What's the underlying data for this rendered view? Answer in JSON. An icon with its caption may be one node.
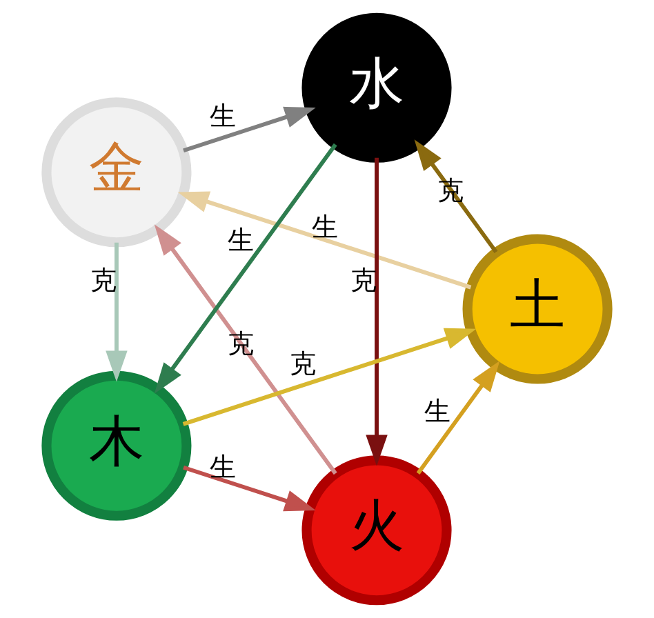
{
  "diagram": {
    "nodes": [
      {
        "text": [
          "火"
        ]
      },
      {
        "text": [
          "土"
        ]
      },
      {
        "text": [
          "金"
        ]
      },
      {
        "text": [
          "水"
        ]
      },
      {
        "text": [
          "木"
        ]
      }
    ],
    "edges": [
      {
        "from": 4,
        "to": 0,
        "arrow": "to",
        "label": "生",
        "color": "#c0504d"
      },
      {
        "from": 0,
        "to": 1,
        "arrow": "to",
        "label": "生",
        "color": "#d4a020"
      },
      {
        "from": 1,
        "to": 2,
        "arrow": "to",
        "label": "生",
        "color": "#e8d0a0"
      },
      {
        "from": 2,
        "to": 3,
        "arrow": "to",
        "label": "生",
        "color": "#808080"
      },
      {
        "from": 3,
        "to": 4,
        "arrow": "to",
        "label": "生",
        "color": "#2e7d4f"
      },
      {
        "from": 4,
        "to": 1,
        "arrow": "to",
        "label": "克",
        "color": "#d8b830"
      },
      {
        "from": 1,
        "to": 3,
        "arrow": "to",
        "label": "克",
        "color": "#8a6a10"
      },
      {
        "from": 3,
        "to": 0,
        "arrow": "to",
        "label": "克",
        "color": "#7a1010"
      },
      {
        "from": 0,
        "to": 2,
        "arrow": "to",
        "label": "克",
        "color": "#d09090"
      },
      {
        "from": 2,
        "to": 4,
        "arrow": "to",
        "label": "克",
        "color": "#a8c8b8"
      }
    ]
  }
}
